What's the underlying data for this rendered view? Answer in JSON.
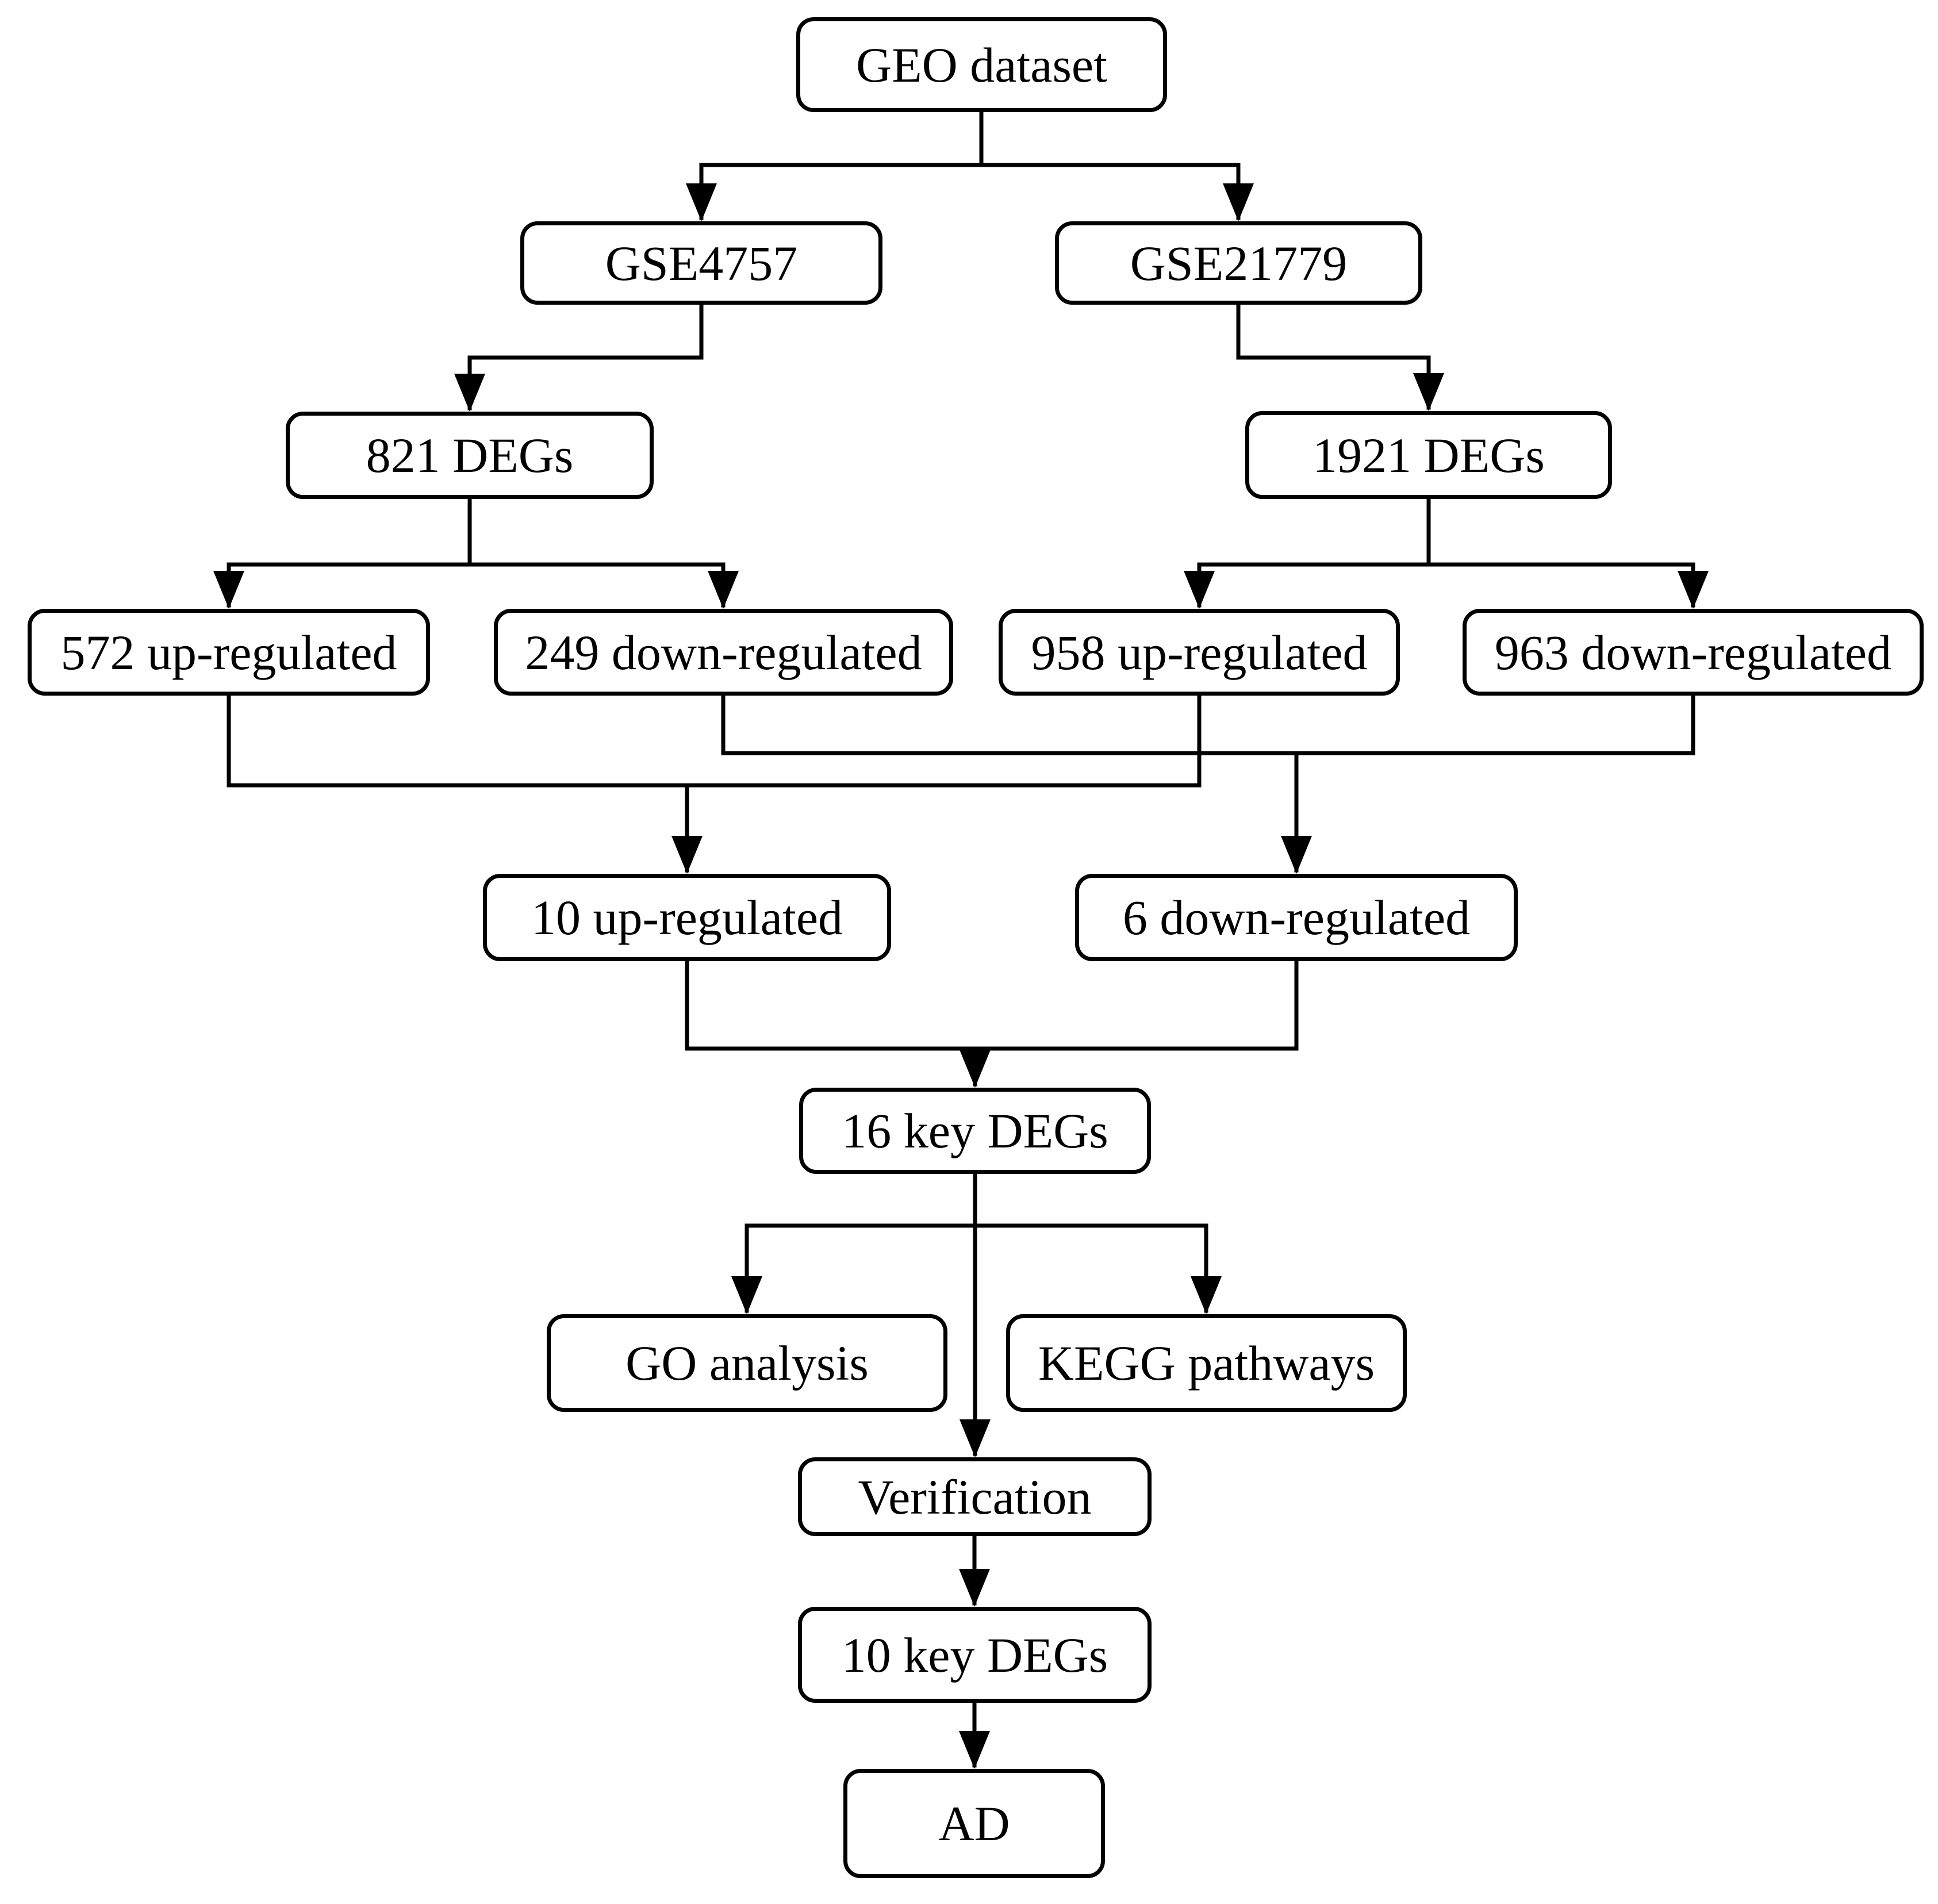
{
  "diagram": {
    "type": "flowchart",
    "background": "#ffffff",
    "line_color": "#000000",
    "box_fill": "#ffffff",
    "box_border_color": "#000000",
    "text_color": "#000000",
    "nodes": {
      "geo_dataset": {
        "label": "GEO dataset"
      },
      "gse4757": {
        "label": "GSE4757"
      },
      "gse21779": {
        "label": "GSE21779"
      },
      "degs_821": {
        "label": "821 DEGs"
      },
      "degs_1921": {
        "label": "1921 DEGs"
      },
      "up_572": {
        "label": "572 up-regulated"
      },
      "down_249": {
        "label": "249 down-regulated"
      },
      "up_958": {
        "label": "958 up-regulated"
      },
      "down_963": {
        "label": "963 down-regulated"
      },
      "up_10": {
        "label": "10 up-regulated"
      },
      "down_6": {
        "label": "6 down-regulated"
      },
      "key_degs_16": {
        "label": "16 key DEGs"
      },
      "go_analysis": {
        "label": "GO analysis"
      },
      "kegg_pathways": {
        "label": "KEGG pathways"
      },
      "verification": {
        "label": "Verification"
      },
      "key_degs_10": {
        "label": "10 key DEGs"
      },
      "ad": {
        "label": "AD"
      }
    },
    "edges": [
      {
        "from": "geo_dataset",
        "to": "gse4757"
      },
      {
        "from": "geo_dataset",
        "to": "gse21779"
      },
      {
        "from": "gse4757",
        "to": "degs_821"
      },
      {
        "from": "gse21779",
        "to": "degs_1921"
      },
      {
        "from": "degs_821",
        "to": "up_572"
      },
      {
        "from": "degs_821",
        "to": "down_249"
      },
      {
        "from": "degs_1921",
        "to": "up_958"
      },
      {
        "from": "degs_1921",
        "to": "down_963"
      },
      {
        "from": "up_572",
        "to": "up_10"
      },
      {
        "from": "up_958",
        "to": "up_10"
      },
      {
        "from": "down_249",
        "to": "down_6"
      },
      {
        "from": "down_963",
        "to": "down_6"
      },
      {
        "from": "up_10",
        "to": "key_degs_16"
      },
      {
        "from": "down_6",
        "to": "key_degs_16"
      },
      {
        "from": "key_degs_16",
        "to": "go_analysis"
      },
      {
        "from": "key_degs_16",
        "to": "kegg_pathways"
      },
      {
        "from": "key_degs_16",
        "to": "verification"
      },
      {
        "from": "verification",
        "to": "key_degs_10"
      },
      {
        "from": "key_degs_10",
        "to": "ad"
      }
    ]
  }
}
